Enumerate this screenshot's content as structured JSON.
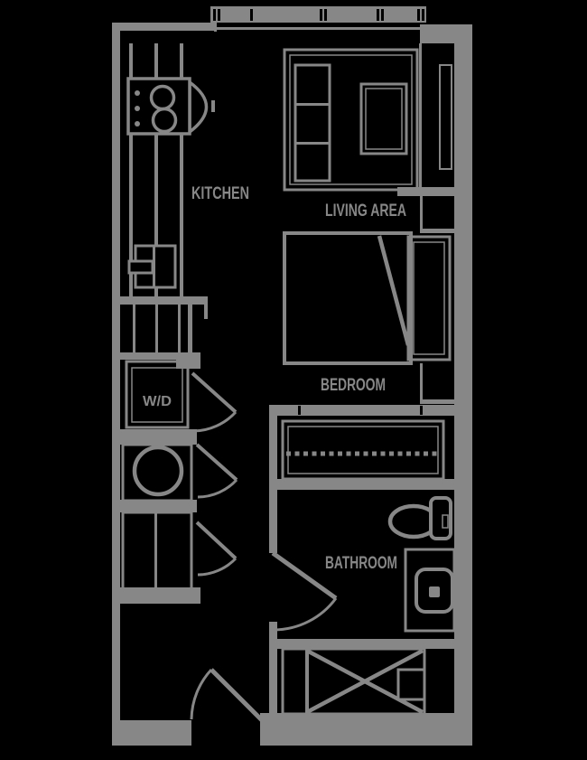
{
  "colors": {
    "background": "#000000",
    "line": "#878787"
  },
  "labels": {
    "kitchen": "KITCHEN",
    "living_area": "LIVING AREA",
    "bedroom": "BEDROOM",
    "washer_dryer": "W/D",
    "bathroom": "BATHROOM"
  }
}
